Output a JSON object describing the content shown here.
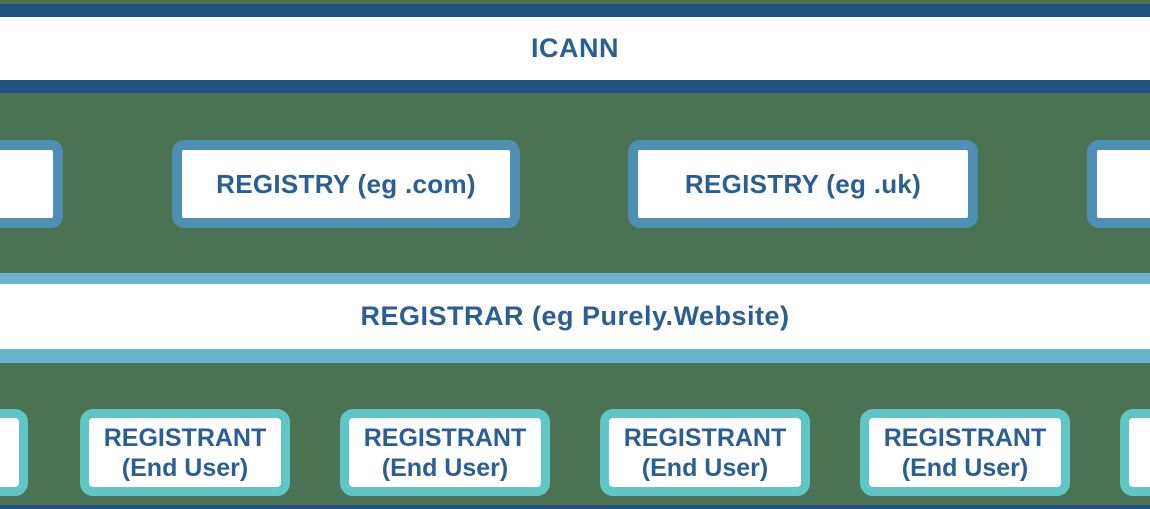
{
  "colors": {
    "background_green": "#4a7253",
    "navy_bar": "#20527e",
    "registry_border": "#4e8fb4",
    "registrar_bar_blue": "#69b2ce",
    "registrant_border": "#5fc6c5",
    "text_blue": "#2b5f94",
    "band_white": "#ffffff"
  },
  "diagram": {
    "icann_band": {
      "label": "ICANN"
    },
    "registry_row": {
      "boxes": [
        {
          "label": "",
          "partial": "left"
        },
        {
          "label": "REGISTRY (eg .com)",
          "partial": "none"
        },
        {
          "label": "REGISTRY (eg .uk)",
          "partial": "none"
        },
        {
          "label": "",
          "partial": "right"
        }
      ]
    },
    "registrar_band": {
      "label": "REGISTRAR (eg Purely.Website)"
    },
    "registrant_row": {
      "boxes": [
        {
          "line1": "",
          "line2": "",
          "partial": "left"
        },
        {
          "line1": "REGISTRANT",
          "line2": "(End User)",
          "partial": "none"
        },
        {
          "line1": "REGISTRANT",
          "line2": "(End User)",
          "partial": "none"
        },
        {
          "line1": "REGISTRANT",
          "line2": "(End User)",
          "partial": "none"
        },
        {
          "line1": "REGISTRANT",
          "line2": "(End User)",
          "partial": "none"
        },
        {
          "line1": "",
          "line2": "",
          "partial": "right"
        }
      ]
    }
  }
}
